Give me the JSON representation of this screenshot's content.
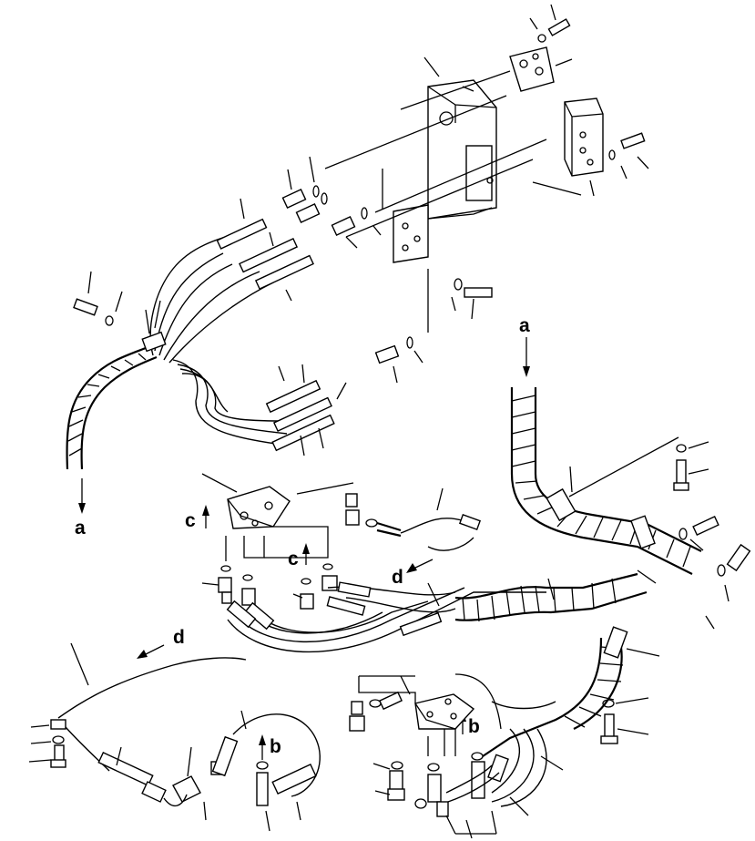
{
  "labels": {
    "a_top": "a",
    "a_bottom": "a",
    "b_left": "b",
    "b_right": "b",
    "c_left": "c",
    "c_right": "c",
    "d_mid": "d",
    "d_left": "d"
  }
}
